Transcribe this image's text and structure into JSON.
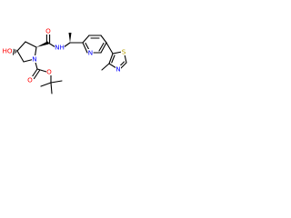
{
  "colors": {
    "bond": "#000000",
    "oxygen": "#ff0000",
    "nitrogen": "#0000ff",
    "sulfur": "#b8a000",
    "carbon": "#000000",
    "background": "#ffffff"
  },
  "atoms": {
    "ho": "HO",
    "o_amide": "O",
    "nh": "NH",
    "n_pyrrolidine": "N",
    "n_pyridine": "N",
    "o_carbamate_carbonyl": "O",
    "o_carbamate_ester": "O",
    "s_thiazole": "S",
    "n_thiazole": "N"
  }
}
